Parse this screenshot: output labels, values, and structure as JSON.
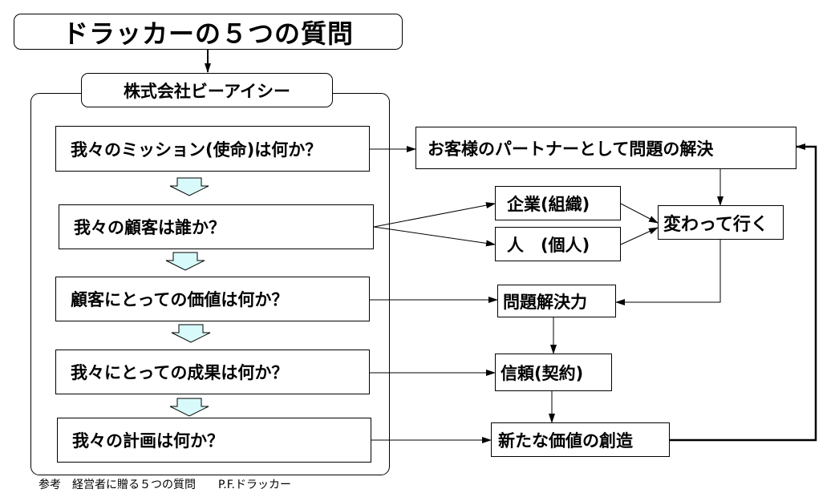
{
  "title": "ドラッカーの５つの質問",
  "company": "株式会社ビーアイシー",
  "questions": [
    "我々のミッション(使命)は何か？",
    "我々の顧客は誰か？",
    "顧客にとっての価値は何か？",
    "我々にとっての成果は何か？",
    "我々の計画は何か？"
  ],
  "answers": {
    "mission": "お客様のパートナーとして問題の解決",
    "company_customer": "企業(組織)",
    "individual_customer": "人　(個人)",
    "changing": "変わって行く",
    "problem_solving": "問題解決力",
    "trust": "信頼(契約)",
    "new_value": "新たな価値の創造"
  },
  "footer": "参考　経営者に贈る５つの質問　　P.F.ドラッカー",
  "colors": {
    "flow_arrow_fill": "#d9fafa",
    "line": "#000000"
  }
}
